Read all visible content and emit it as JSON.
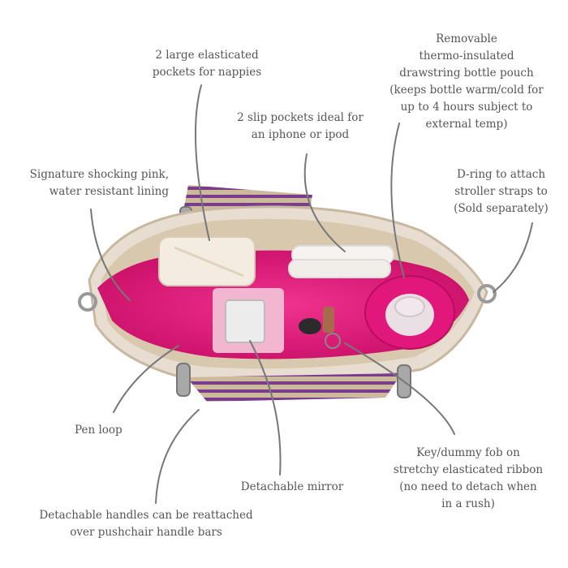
{
  "callouts": {
    "nappy_pockets": [
      "2 large elasticated",
      "pockets for nappies"
    ],
    "slip_pockets": [
      "2 slip pockets ideal for",
      "an iphone or ipod"
    ],
    "bottle_pouch": [
      "Removable",
      "thermo-insulated",
      "drawstring bottle pouch",
      "(keeps bottle warm/cold for",
      "up to 4 hours subject to",
      "external temp)"
    ],
    "lining": [
      "Signature shocking pink,",
      "water resistant lining"
    ],
    "d_ring": [
      "D-ring to attach",
      "stroller straps to",
      "(Sold separately)"
    ],
    "pen_loop": [
      "Pen loop"
    ],
    "key_fob": [
      "Key/dummy fob on",
      "stretchy elasticated ribbon",
      "(no need to detach when",
      "in a rush)"
    ],
    "mirror": [
      "Detachable mirror"
    ],
    "handles": [
      "Detachable handles can be reattached",
      "over pushchair handle bars"
    ]
  },
  "colors": {
    "text": "#555555",
    "leader": "#777777",
    "lining_pink": "#e8137a",
    "strap_purple": "#7a3d8c",
    "canvas_beige": "#d8c8ad"
  }
}
